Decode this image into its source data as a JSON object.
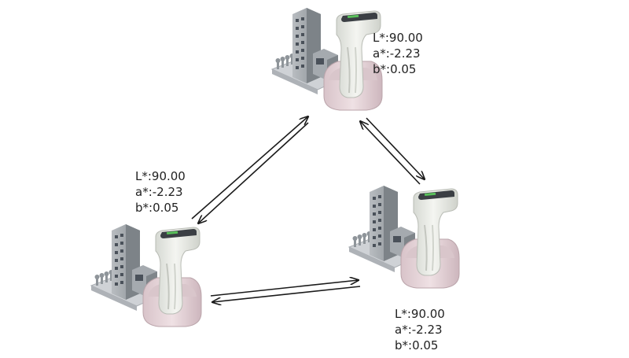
{
  "colors": {
    "arrow": "#1a1a1a",
    "device_body": "#e9ebe6",
    "device_shadow": "#c9ccc5",
    "cradle": "#e8d8dc",
    "cradle_shadow": "#cdb8be",
    "building": "#9ea3a8",
    "building_dark": "#6f757b",
    "window": "#3f4650",
    "screen": "#3b3f44",
    "screen_led": "#59c05a"
  },
  "stations": [
    {
      "id": "top",
      "icon": "colorimeter-device-icon",
      "L": "L*:90.00",
      "a": "a*:-2.23",
      "b": "b*:0.05"
    },
    {
      "id": "left",
      "icon": "colorimeter-device-icon",
      "L": "L*:90.00",
      "a": "a*:-2.23",
      "b": "b*:0.05"
    },
    {
      "id": "right",
      "icon": "colorimeter-device-icon",
      "L": "L*:90.00",
      "a": "a*:-2.23",
      "b": "b*:0.05"
    }
  ]
}
